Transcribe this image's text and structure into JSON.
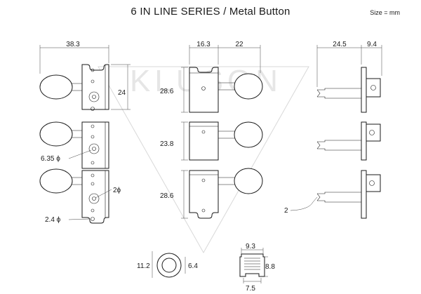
{
  "header": {
    "title": "6 IN LINE SERIES / Metal Button",
    "unit_note": "Size = mm"
  },
  "watermark": {
    "text": "KLUSON"
  },
  "front_view": {
    "width": "38.3",
    "height": "24",
    "shaft_dia": "6.35 ϕ",
    "hole_small": "2ϕ",
    "hole_screw": "2.4 ϕ"
  },
  "side_view": {
    "plate_width": "16.3",
    "button_length": "22",
    "upper_height": "28.6",
    "middle_height": "23.8",
    "lower_height": "28.6"
  },
  "profile_view": {
    "post_length": "24.5",
    "base_depth": "9.4",
    "post_slot": "2"
  },
  "bushing": {
    "outer": "11.2",
    "inner": "6.4"
  },
  "ferrule": {
    "top": "9.3",
    "height": "8.8",
    "bottom": "7.5"
  }
}
